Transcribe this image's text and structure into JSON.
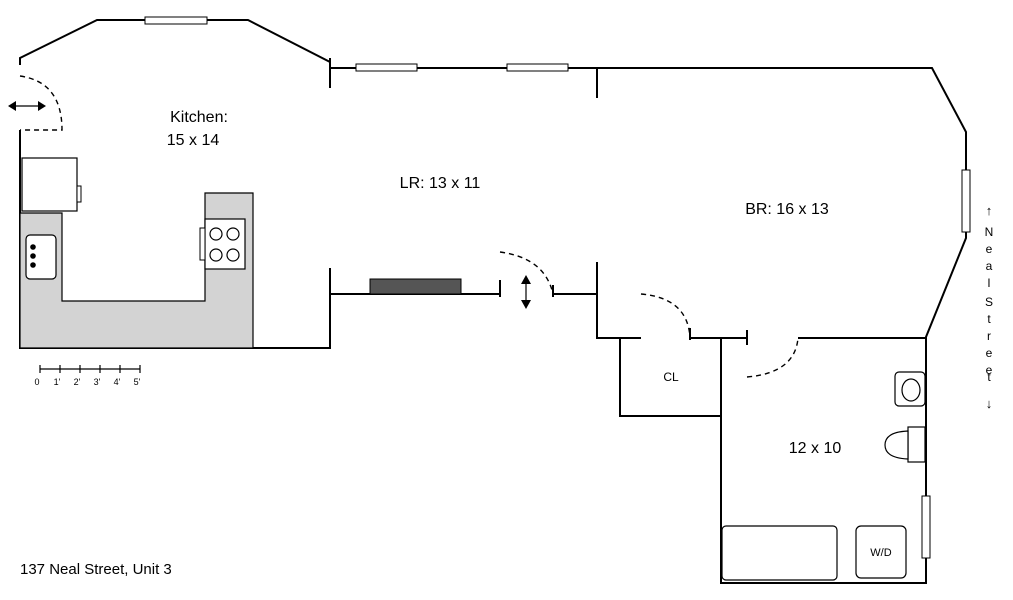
{
  "rooms": {
    "kitchen_name": "Kitchen:",
    "kitchen_size": "15 x 14",
    "living_room": "LR: 13 x 11",
    "bedroom": "BR: 16 x 13",
    "closet": "CL",
    "bathroom": "12 x 10",
    "washer_dryer": "W/D"
  },
  "street": {
    "arrow_up": "↑",
    "letters": [
      "N",
      "e",
      "a",
      "l",
      "",
      "S",
      "t",
      "r",
      "e",
      "e",
      "t"
    ],
    "arrow_down": "↓"
  },
  "scale": {
    "ticks": [
      "0",
      "1'",
      "2'",
      "3'",
      "4'",
      "5'"
    ]
  },
  "address": "137 Neal Street, Unit 3",
  "colors": {
    "counter": "#d3d3d3",
    "radiator": "#555555",
    "wall": "#000000"
  }
}
